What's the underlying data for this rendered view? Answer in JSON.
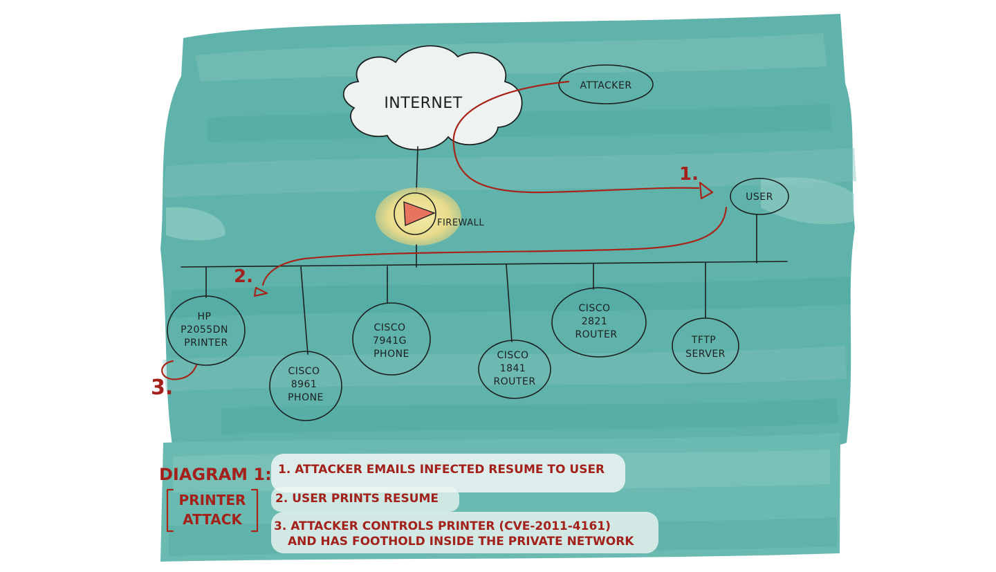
{
  "nodes": {
    "internet": "INTERNET",
    "attacker": "ATTACKER",
    "user": "USER",
    "firewall": "FIREWALL",
    "printer": [
      "HP",
      "P2055DN",
      "PRINTER"
    ],
    "phone_8961": [
      "CISCO",
      "8961",
      "PHONE"
    ],
    "phone_7941": [
      "CISCO",
      "7941G",
      "PHONE"
    ],
    "router_1841": [
      "CISCO",
      "1841",
      "ROUTER"
    ],
    "router_2821": [
      "CISCO",
      "2821",
      "ROUTER"
    ],
    "tftp": [
      "TFTP",
      "SERVER"
    ]
  },
  "steps": {
    "one": "1.",
    "two": "2.",
    "three": "3."
  },
  "legend": {
    "title": "DIAGRAM 1:",
    "subtitle_line1": "PRINTER",
    "subtitle_line2": "ATTACK",
    "item1": "1. ATTACKER EMAILS INFECTED RESUME TO USER",
    "item2": "2. USER PRINTS RESUME",
    "item3_line1": "3. ATTACKER CONTROLS PRINTER (CVE-2011-4161)",
    "item3_line2": "AND HAS FOOTHOLD INSIDE THE PRIVATE NETWORK"
  },
  "colors": {
    "watercolor_teal": "#5fb3ab",
    "ink": "#1c1f1f",
    "attack_red": "#a82418",
    "firewall_glow": "#ecdc8a",
    "firewall_flame": "#e7745f"
  }
}
